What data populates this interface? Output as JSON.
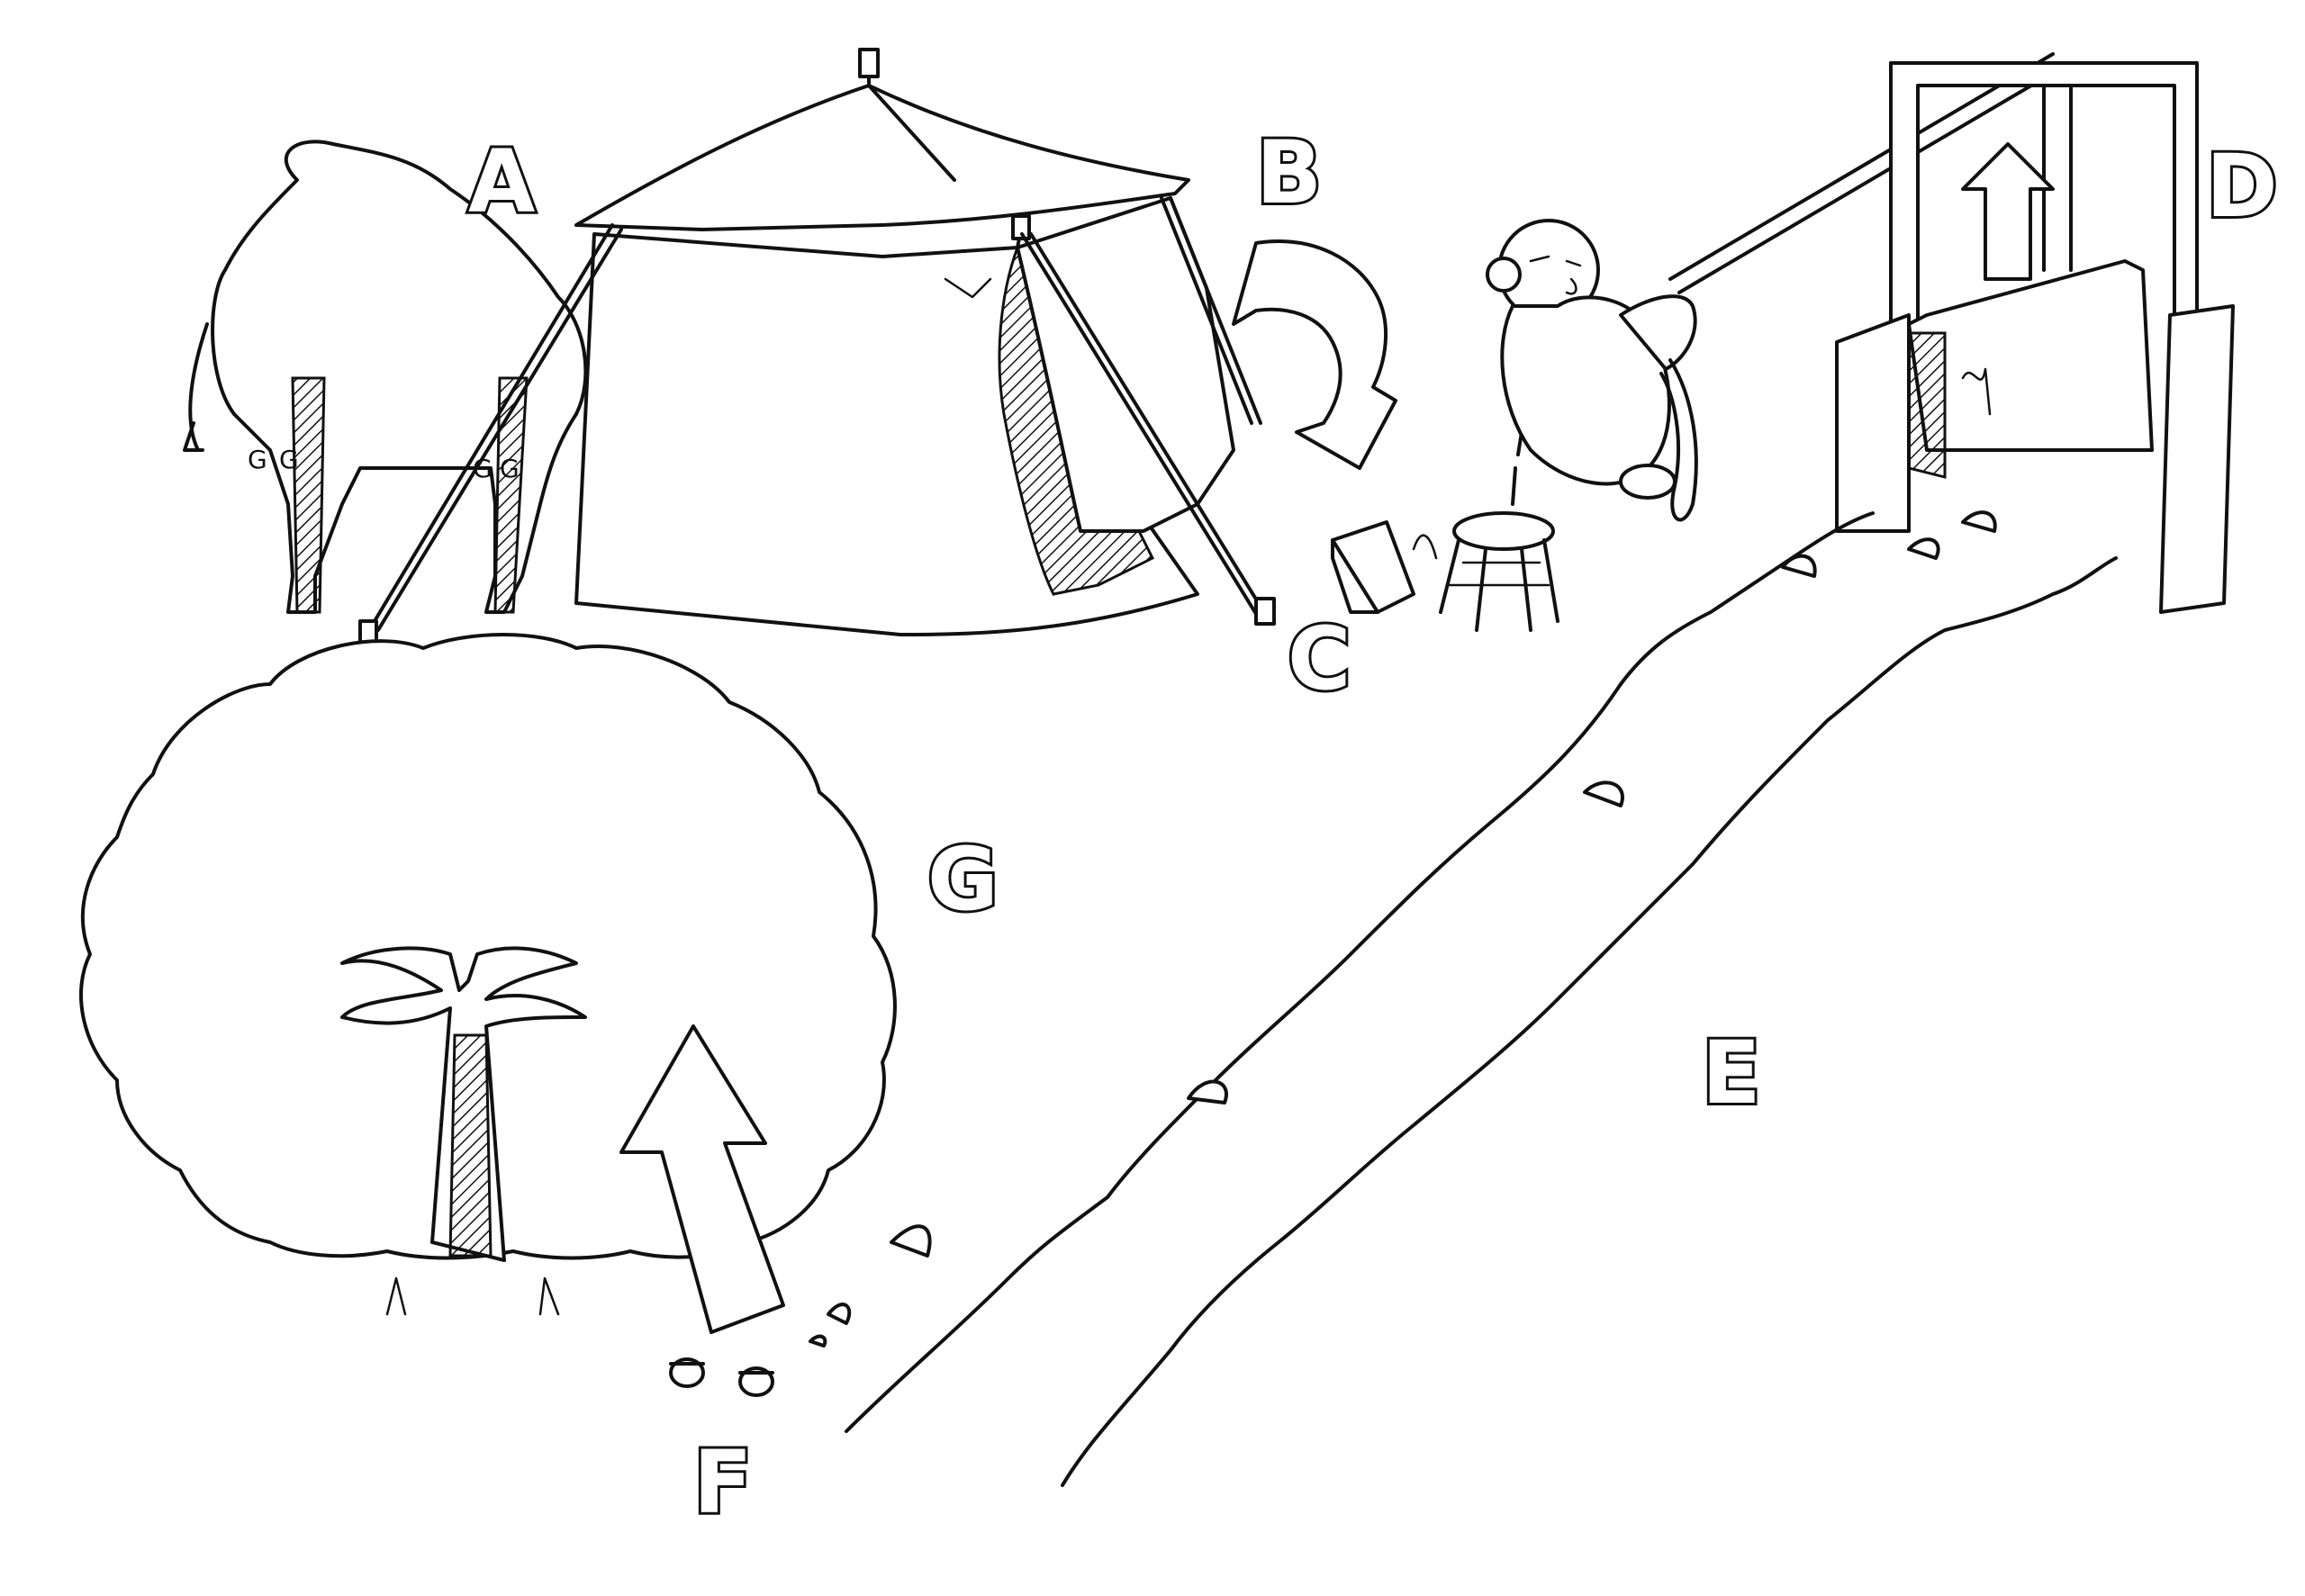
{
  "labels": {
    "a": "A",
    "b": "B",
    "c": "C",
    "d": "D",
    "e": "E",
    "f": "F",
    "g": "G"
  },
  "style": {
    "ink_color": "#111111",
    "background": "#ffffff"
  }
}
